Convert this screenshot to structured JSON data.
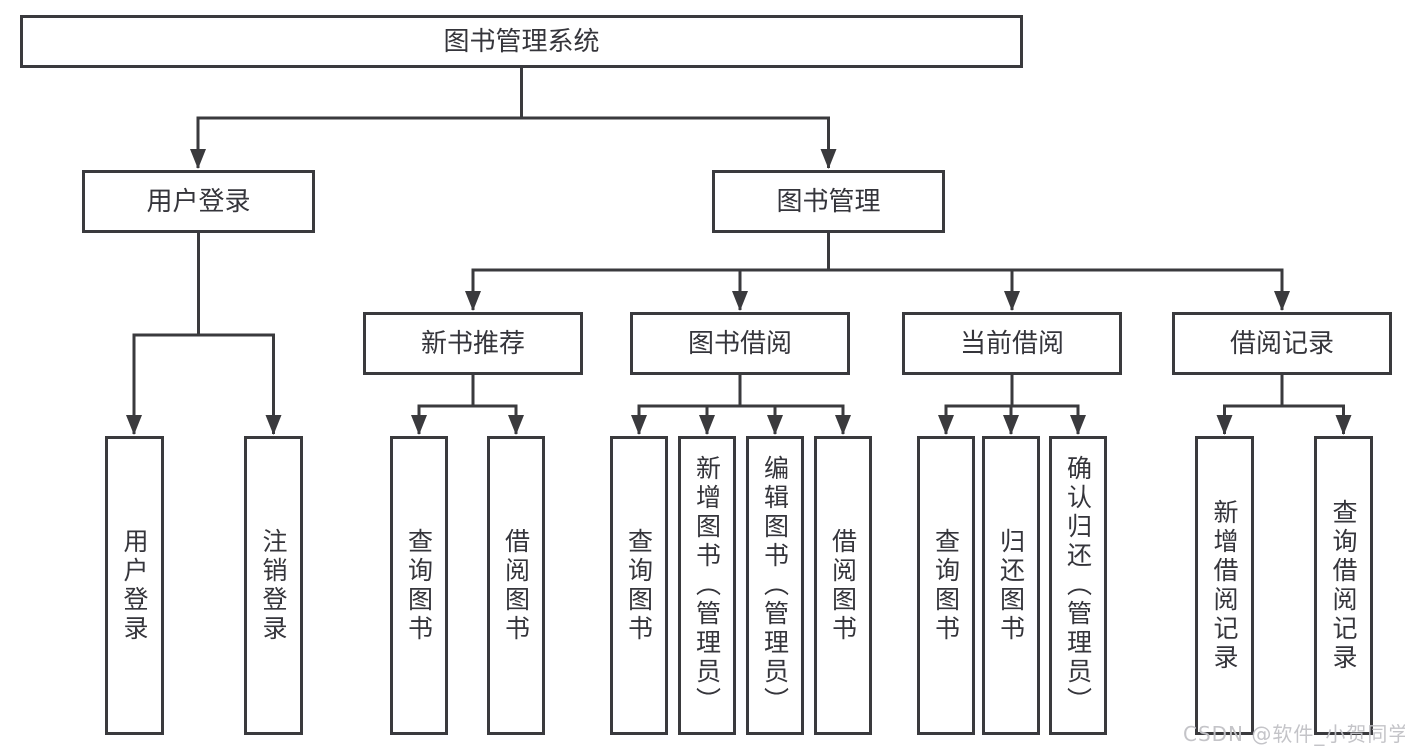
{
  "diagram": {
    "type": "hierarchy-tree",
    "title": "图书管理系统",
    "nodes": {
      "root": {
        "label": "图书管理系统"
      },
      "user_login": {
        "label": "用户登录"
      },
      "book_mgmt": {
        "label": "图书管理"
      },
      "new_book_rec": {
        "label": "新书推荐"
      },
      "book_borrow": {
        "label": "图书借阅"
      },
      "current_borrow": {
        "label": "当前借阅"
      },
      "borrow_record": {
        "label": "借阅记录"
      },
      "ul_login": {
        "label": "用户登录"
      },
      "ul_logout": {
        "label": "注销登录"
      },
      "nb_query": {
        "label": "查询图书"
      },
      "nb_borrow": {
        "label": "借阅图书"
      },
      "bb_query": {
        "label": "查询图书"
      },
      "bb_add": {
        "label": "新增图书（管理员）"
      },
      "bb_edit": {
        "label": "编辑图书（管理员）"
      },
      "bb_borrow": {
        "label": "借阅图书"
      },
      "cb_query": {
        "label": "查询图书"
      },
      "cb_return": {
        "label": "归还图书"
      },
      "cb_confirm": {
        "label": "确认归还（管理员）"
      },
      "br_add": {
        "label": "新增借阅记录"
      },
      "br_query": {
        "label": "查询借阅记录"
      }
    },
    "hierarchy": {
      "root": [
        "user_login",
        "book_mgmt"
      ],
      "user_login": [
        "ul_login",
        "ul_logout"
      ],
      "book_mgmt": [
        "new_book_rec",
        "book_borrow",
        "current_borrow",
        "borrow_record"
      ],
      "new_book_rec": [
        "nb_query",
        "nb_borrow"
      ],
      "book_borrow": [
        "bb_query",
        "bb_add",
        "bb_edit",
        "bb_borrow"
      ],
      "current_borrow": [
        "cb_query",
        "cb_return",
        "cb_confirm"
      ],
      "borrow_record": [
        "br_add",
        "br_query"
      ]
    },
    "colors": {
      "line": "#3a3a3d",
      "box_border": "#3a3a3d",
      "text": "#35353b",
      "background": "#ffffff",
      "watermark": "#c1c1c6"
    }
  },
  "watermark": {
    "text": "CSDN @软件_小贺同学"
  }
}
